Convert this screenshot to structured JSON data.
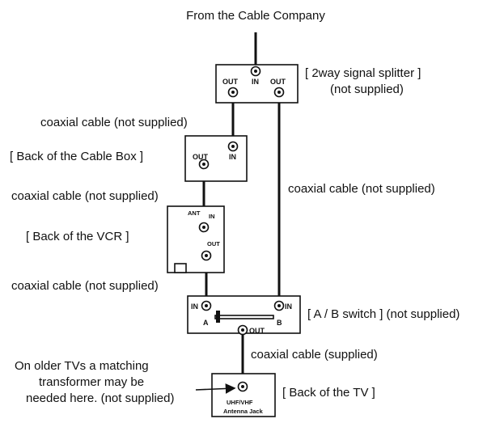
{
  "labels": {
    "source": "From the Cable Company",
    "splitter": "[ 2way signal splitter ]",
    "splitter_note": "(not supplied)",
    "cable_1": "coaxial cable (not supplied)",
    "cable_box": "[ Back of the Cable Box ]",
    "cable_2": "coaxial cable (not supplied)",
    "cable_right": "coaxial cable (not supplied)",
    "vcr": "[ Back of the VCR ]",
    "cable_3": "coaxial cable (not supplied)",
    "ab_switch": "[ A / B switch ] (not supplied)",
    "cable_4": "coaxial cable (supplied)",
    "older_tv_1": "On older TVs a matching",
    "older_tv_2": "transformer may be",
    "older_tv_3": "needed here. (not supplied)",
    "tv": "[ Back of the TV ]"
  },
  "ports": {
    "in": "IN",
    "out": "OUT",
    "ant": "ANT",
    "a": "A",
    "b": "B",
    "uhf_vhf": "UHF/VHF",
    "antenna_jack": "Antenna Jack"
  }
}
